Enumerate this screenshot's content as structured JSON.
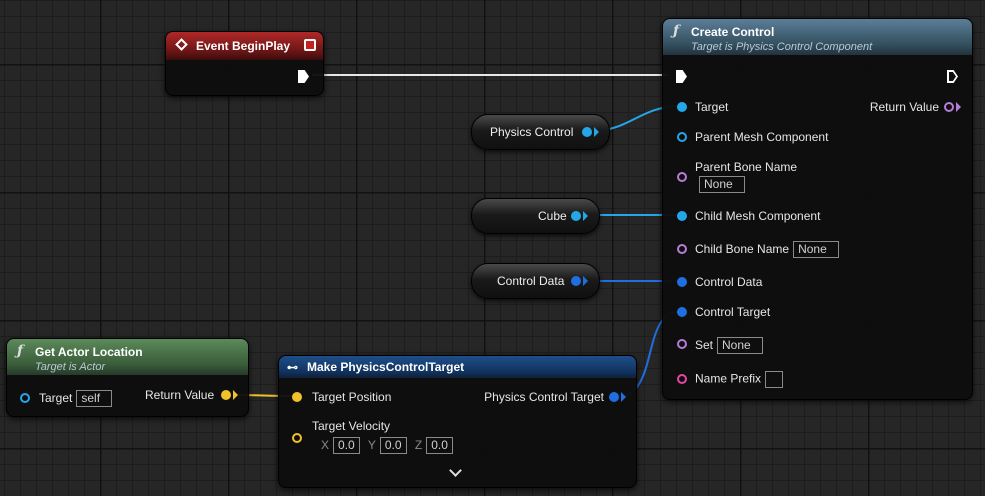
{
  "colors": {
    "exec": "#ffffff",
    "object": "#25a6e8",
    "struct_vector": "#f1c12b",
    "struct_blue": "#1f6fe0",
    "name": "#b77cd8",
    "string": "#e546a4"
  },
  "event_begin_play": {
    "title": "Event BeginPlay"
  },
  "create_control": {
    "title": "Create Control",
    "subtitle": "Target is Physics Control Component",
    "pins": {
      "target": "Target",
      "return_value": "Return Value",
      "parent_mesh": "Parent Mesh Component",
      "parent_bone": "Parent Bone Name",
      "parent_bone_value": "None",
      "child_mesh": "Child Mesh Component",
      "child_bone": "Child Bone Name",
      "child_bone_value": "None",
      "control_data": "Control Data",
      "control_target": "Control Target",
      "set": "Set",
      "set_value": "None",
      "name_prefix": "Name Prefix",
      "name_prefix_value": ""
    }
  },
  "variables": {
    "physics_control": "Physics Control",
    "cube": "Cube",
    "control_data": "Control Data"
  },
  "get_actor_location": {
    "title": "Get Actor Location",
    "subtitle": "Target is Actor",
    "target_label": "Target",
    "target_value": "self",
    "return_value": "Return Value"
  },
  "make_target": {
    "title": "Make PhysicsControlTarget",
    "target_position": "Target Position",
    "physics_control_target": "Physics Control Target",
    "target_velocity": "Target Velocity",
    "x_label": "X",
    "x_value": "0.0",
    "y_label": "Y",
    "y_value": "0.0",
    "z_label": "Z",
    "z_value": "0.0",
    "expand_icon": "chevron-down-icon"
  }
}
